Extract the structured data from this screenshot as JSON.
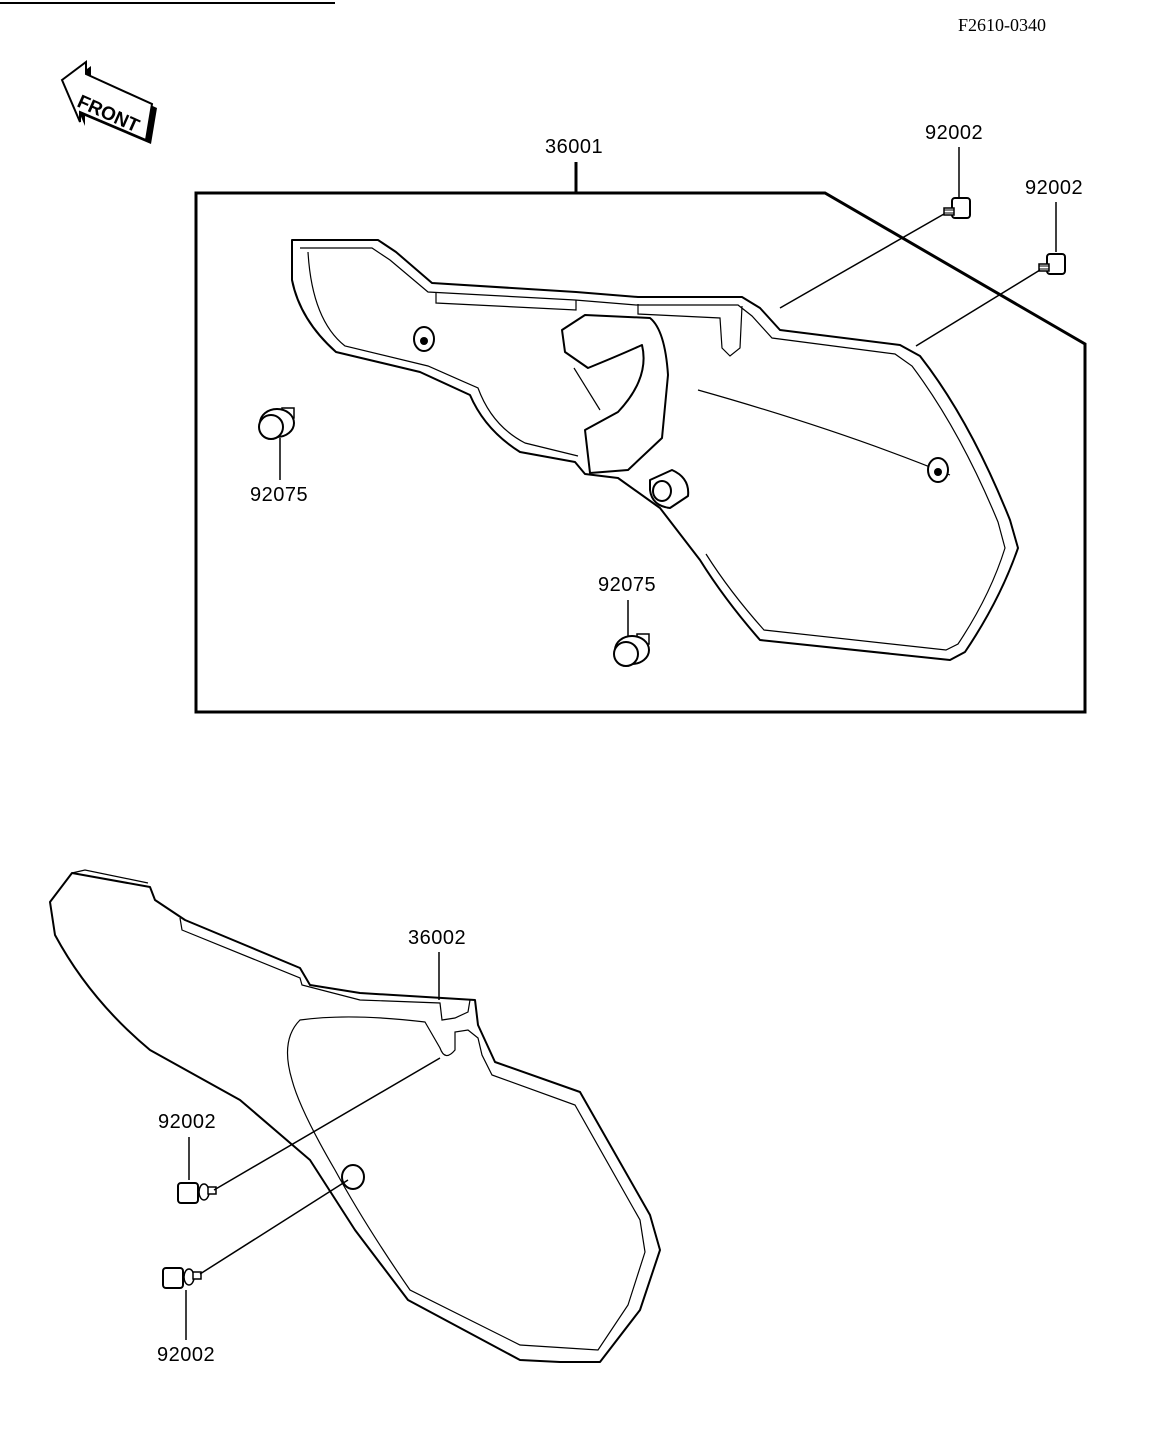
{
  "drawing_code": "F2610-0340",
  "orientation_label": "FRONT",
  "callouts": {
    "upper_cover": "36001",
    "upper_bolt_a": "92002",
    "upper_bolt_b": "92002",
    "damper_left": "92075",
    "damper_center": "92075",
    "lower_cover": "36002",
    "lower_bolt_a": "92002",
    "lower_bolt_b": "92002"
  }
}
